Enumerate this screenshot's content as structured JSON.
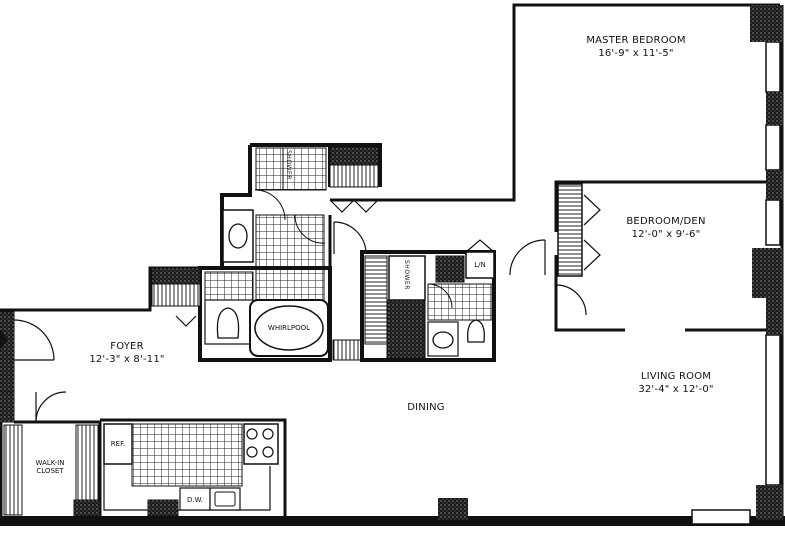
{
  "rooms": {
    "master_bedroom": {
      "name": "MASTER BEDROOM",
      "dims": "16'-9\" x 11'-5\""
    },
    "bedroom_den": {
      "name": "BEDROOM/DEN",
      "dims": "12'-0\" x 9'-6\""
    },
    "living_room": {
      "name": "LIVING ROOM",
      "dims": "32'-4\" x 12'-0\""
    },
    "foyer": {
      "name": "FOYER",
      "dims": "12'-3\" x 8'-11\""
    },
    "dining": {
      "name": "DINING"
    },
    "walk_in_closet": {
      "name_line1": "WALK-IN",
      "name_line2": "CLOSET"
    }
  },
  "fixtures": {
    "whirlpool": "WHIRLPOOL",
    "shower_1": "SHOWER",
    "shower_2": "SHOWER",
    "laundry": "L/N",
    "refrigerator": "REF.",
    "dishwasher": "D.W."
  }
}
